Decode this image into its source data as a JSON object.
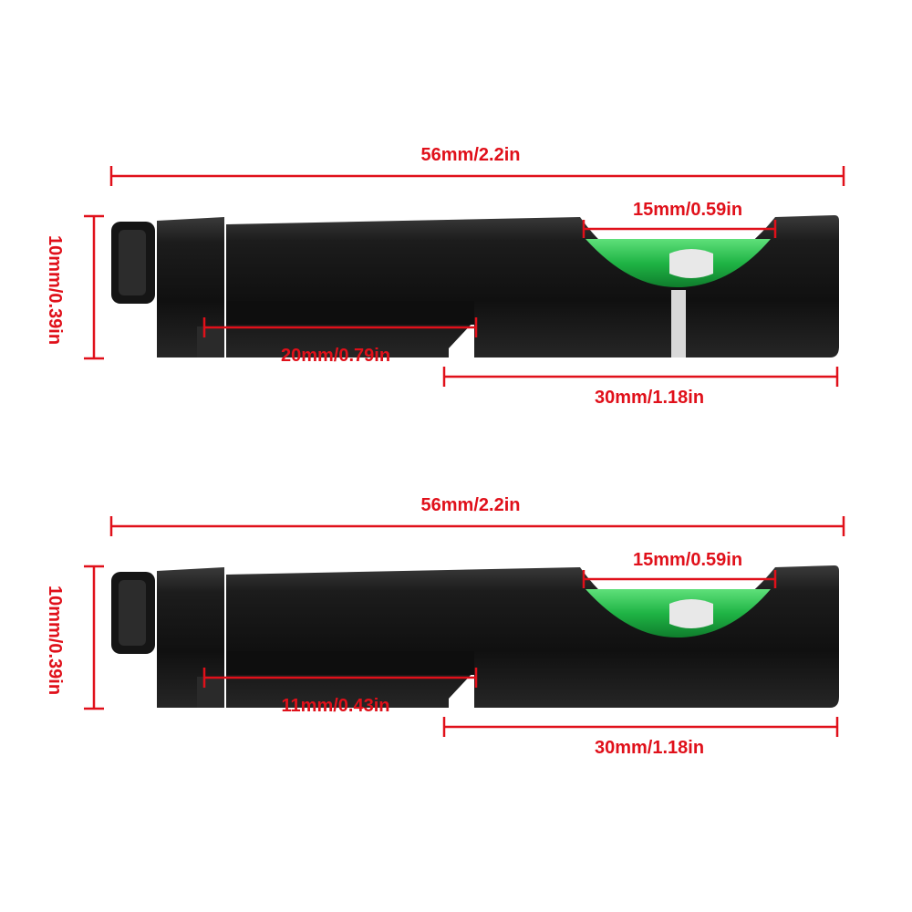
{
  "colors": {
    "dimension_red": "#e0101a",
    "body_black": "#141414",
    "vial_green": "#27c24a",
    "background": "#ffffff"
  },
  "panels": [
    {
      "overall_length": "56mm/2.2in",
      "height": "10mm/0.39in",
      "vial_window": "15mm/0.59in",
      "slot_length": "20mm/0.79in",
      "rear_section": "30mm/1.18in"
    },
    {
      "overall_length": "56mm/2.2in",
      "height": "10mm/0.39in",
      "vial_window": "15mm/0.59in",
      "slot_length": "11mm/0.43in",
      "rear_section": "30mm/1.18in"
    }
  ]
}
